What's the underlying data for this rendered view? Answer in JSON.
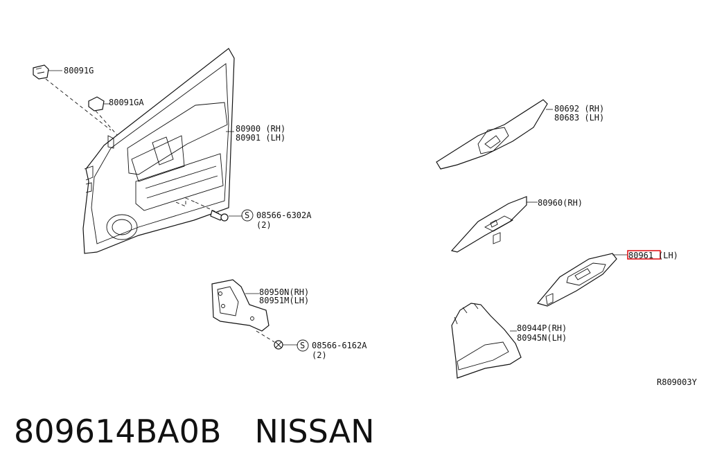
{
  "labels": {
    "clip_1": "80091G",
    "clip_2": "80091GA",
    "door_finisher_rh": "80900 (RH)",
    "door_finisher_lh": "80901 (LH)",
    "screw_1": "08566-6302A",
    "screw_1_qty": "(2)",
    "bracket_rh": "80950N(RH)",
    "bracket_lh": "80951M(LH)",
    "screw_2": "08566-6162A",
    "screw_2_qty": "(2)",
    "armrest_rh": "80692 (RH)",
    "armrest_lh": "80683 (LH)",
    "switch_finisher_rh": "80960(RH)",
    "switch_finisher_lh_part": "80961",
    "switch_finisher_lh_side": "(LH)",
    "pull_handle_rh": "80944P(RH)",
    "pull_handle_lh": "80945N(LH)",
    "diagram_ref": "R809003Y",
    "screw_symbol": "S"
  },
  "footer": {
    "part_number": "809614BA0B",
    "brand": "NISSAN"
  },
  "highlight_color": "#e0161b"
}
